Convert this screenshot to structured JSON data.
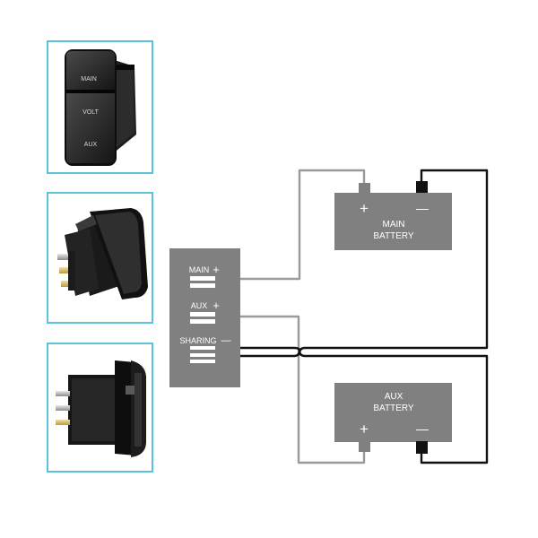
{
  "photos": [
    {
      "legend": {
        "main": "MAIN",
        "volt": "VOLT",
        "aux": "AUX"
      }
    },
    {},
    {}
  ],
  "switch_panel": {
    "main_label": "MAIN",
    "aux_label": "AUX",
    "sharing_label": "SHARING",
    "plus_symbol": "+",
    "minus_symbol": "—"
  },
  "main_battery": {
    "line1": "MAIN",
    "line2": "BATTERY",
    "plus_symbol": "+",
    "minus_symbol": "—"
  },
  "aux_battery": {
    "line1": "AUX",
    "line2": "BATTERY",
    "plus_symbol": "+",
    "minus_symbol": "—"
  },
  "colors": {
    "frame": "#5bc4d8",
    "panel": "#808080",
    "positive_wire": "#9a9a9a",
    "negative_wire": "#111111"
  }
}
